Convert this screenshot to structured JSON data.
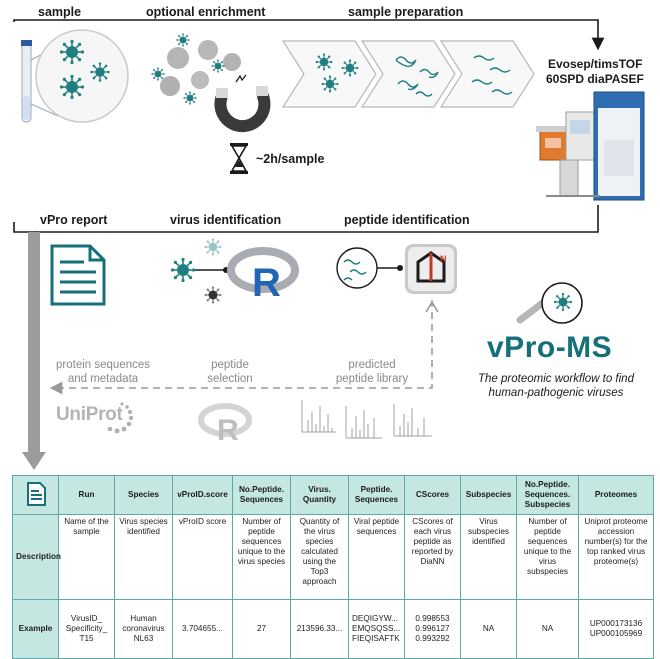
{
  "steps": {
    "sample": "sample",
    "enrichment": "optional enrichment",
    "preparation": "sample preparation",
    "instrument_line1": "Evosep/timsTOF",
    "instrument_line2": "60SPD diaPASEF",
    "time": "~2h/sample",
    "report": "vPro report",
    "virus_id": "virus identification",
    "peptide_id": "peptide identification"
  },
  "library": {
    "protein_seq_line1": "protein sequences",
    "protein_seq_line2": "and metadata",
    "peptide_sel_line1": "peptide",
    "peptide_sel_line2": "selection",
    "predicted_line1": "predicted",
    "predicted_line2": "peptide library",
    "uniprot": "UniProt"
  },
  "brand": {
    "name": "vPro-MS",
    "tagline_line1": "The proteomic workflow to find",
    "tagline_line2": "human-pathogenic viruses"
  },
  "icons": {
    "tube": "sample-tube-icon",
    "virus": "virus-icon",
    "magnet": "magnet-icon",
    "hourglass": "hourglass-icon",
    "document": "report-document-icon",
    "r_logo": "r-logo-icon",
    "diann": "diann-logo-icon",
    "magnifier": "magnifier-virus-icon"
  },
  "colors": {
    "teal": "#16707a",
    "virus": "#1f7f80",
    "table_header": "#c4e7e2",
    "r_blue": "#2165b6",
    "orange": "#e07b2e"
  },
  "table": {
    "columns": [
      "Run",
      "Species",
      "vProID.score",
      "No.Peptide.\nSequences",
      "Virus.\nQuantity",
      "Peptide.\nSequences",
      "CScores",
      "Subspecies",
      "No.Peptide.\nSequences.\nSubspecies",
      "Proteomes"
    ],
    "rows": [
      {
        "label": "Description",
        "cells": [
          "Name of the sample",
          "Virus species identified",
          "vProID score",
          "Number of peptide sequences unique to the virus species",
          "Quantity of the virus species calculated using the Top3 approach",
          "Viral peptide sequences",
          "CScores of each virus peptide as reported by DiaNN",
          "Virus subspecies identified",
          "Number of peptide sequences unique to the virus subspecies",
          "Uniprot proteome accession number(s) for the top ranked virus proteome(s)"
        ]
      },
      {
        "label": "Example",
        "cells": [
          "VirusID_\nSpecificity_\nT15",
          "Human\ncoronavirus\nNL63",
          "3.704655...",
          "27",
          "213596.33...",
          "DEQIGYW...\nEMQSQSS...\nFIEQISAFTK",
          "0.998553\n0.996127\n0.993292",
          "NA",
          "NA",
          "UP000173136\nUP000105969"
        ]
      }
    ]
  }
}
